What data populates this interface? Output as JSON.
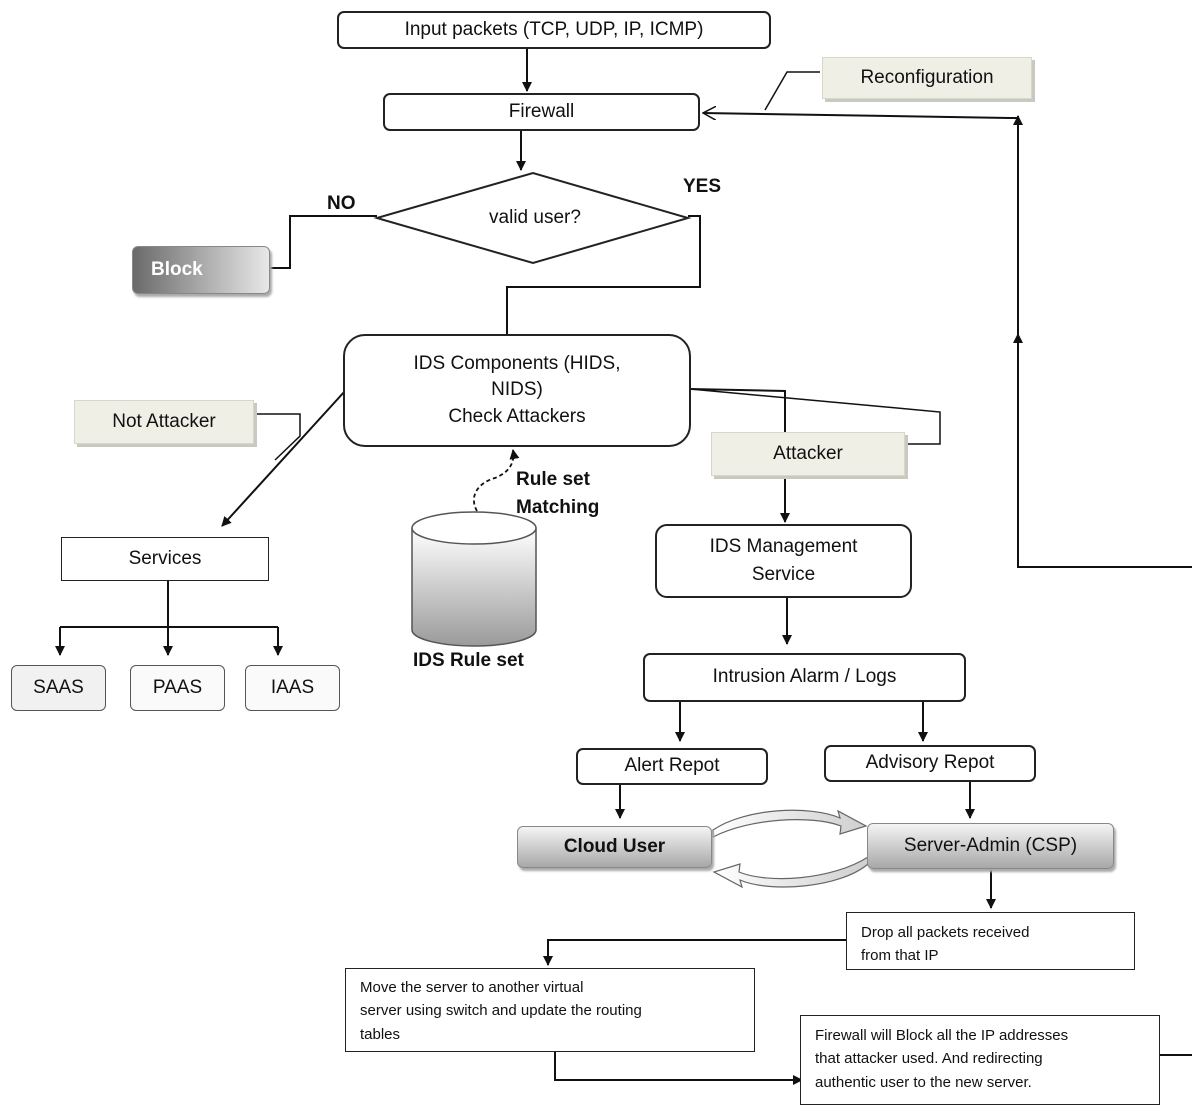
{
  "nodes": {
    "input_packets": "Input packets (TCP, UDP, IP, ICMP)",
    "firewall": "Firewall",
    "reconfiguration": "Reconfiguration",
    "valid_user": "valid user?",
    "block": "Block",
    "ids_components": "IDS Components (HIDS,\nNIDS)\nCheck Attackers",
    "not_attacker": "Not Attacker",
    "attacker": "Attacker",
    "services": "Services",
    "saas": "SAAS",
    "paas": "PAAS",
    "iaas": "IAAS",
    "rule_set_matching": "Rule set\nMatching",
    "ids_rule_set": "IDS Rule set",
    "ids_management": "IDS Management\nService",
    "intrusion_alarm": "Intrusion Alarm / Logs",
    "alert_report": "Alert Repot",
    "advisory_report": "Advisory Repot",
    "cloud_user": "Cloud User",
    "server_admin": "Server-Admin (CSP)",
    "drop_packets": "Drop all packets received\nfrom that IP",
    "move_server": "Move the server to another virtual\nserver using switch and update the routing\ntables",
    "firewall_block": "Firewall will Block all the IP addresses\nthat attacker used. And redirecting\nauthentic user to the new server."
  },
  "edge_labels": {
    "no": "NO",
    "yes": "YES"
  }
}
